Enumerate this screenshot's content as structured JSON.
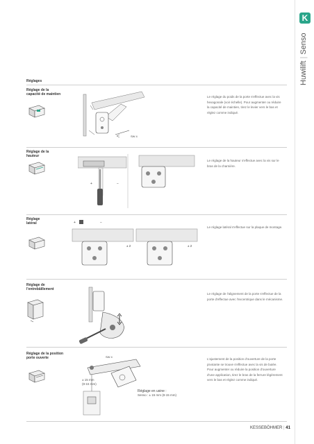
{
  "brand": {
    "logo": "K",
    "product": "Huwilift",
    "separator": "|",
    "variant": "Senso",
    "color": "#2aa58a"
  },
  "page": {
    "title": "Réglages",
    "footer_brand": "KESSEBÖHMER",
    "footer_sep": "|",
    "page_number": "41"
  },
  "sections": [
    {
      "label_lines": [
        "Réglage de la",
        "capacité de maintien"
      ],
      "description": "Le réglage du poids de la porte s'effectue avec la vis hexagonale (voir échelle). Pour augmenter ou réduire la capacité de maintien, tirez le levier vers le bas et réglez comme indiqué.",
      "marks": [
        "SW 4"
      ]
    },
    {
      "label_lines": [
        "Réglage de la",
        "hauteur"
      ],
      "description": "Le réglage de la hauteur s'effectue avec la vis sur le bras de la charnière.",
      "marks": [
        "+",
        "−"
      ]
    },
    {
      "label_lines": [
        "Réglage",
        "latéral"
      ],
      "description": "Le réglage latéral s'effectue sur la plaque de montage.",
      "marks": [
        "+",
        "−",
        "± 2",
        "± 2"
      ]
    },
    {
      "label_lines": [
        "Réglage de",
        "l'entrebâillement"
      ],
      "description": "Le réglage de l'alignement de la porte s'effectue de la porte d'effectue avec l'excentrique dans le mécanisme.",
      "marks": []
    },
    {
      "label_lines": [
        "Réglage de la position",
        "porte ouverte"
      ],
      "description": "L'ajustement de la position d'ouverture de la porte pivotante se trouve s'effectue avec la vis de butée. Pour augmenter ou réduire la position d'ouverture d'une application, tirez le bras de la ferrure légèrement vers le bas et réglez comme indiqué.",
      "marks": [
        "SW 4",
        "± 15 mm",
        "(8-15 mm)"
      ],
      "note_title": "Réglage en usine :",
      "note_value": "Senso : ± 15 mm (8-15 mm)"
    }
  ]
}
